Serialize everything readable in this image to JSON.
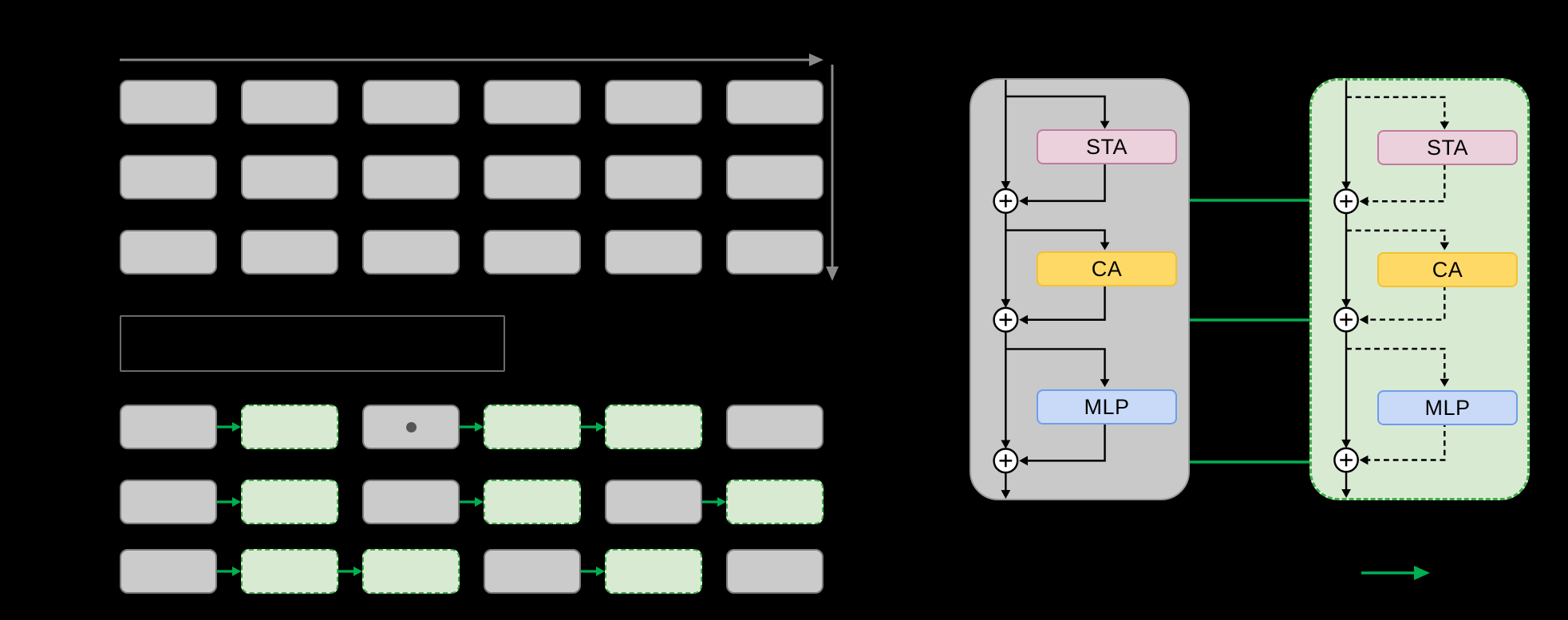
{
  "colors": {
    "background": "#000000",
    "gray_box_fill": "#cbcbcb",
    "gray_box_border": "#7d7d7d",
    "green_box_fill": "#d9ead3",
    "green_box_border": "#3fae49",
    "green_arrow": "#00b050",
    "flow_arrow_gray": "#8a8a8a",
    "legend_box_border": "#6b6b6b",
    "block_gray_fill": "#c9c9c9",
    "block_gray_border": "#9b9b9b",
    "block_green_fill": "#d9ead3",
    "block_green_border": "#3fae49",
    "sta_fill": "#ead1dc",
    "sta_border": "#c27ba0",
    "ca_fill": "#ffd966",
    "ca_border": "#f1c232",
    "mlp_fill": "#c9daf8",
    "mlp_border": "#6d9eeb",
    "dot_gray": "#565656"
  },
  "top_grid": {
    "rows": [
      [
        {
          "type": "gray"
        },
        {
          "type": "gray"
        },
        {
          "type": "gray"
        },
        {
          "type": "gray"
        },
        {
          "type": "gray"
        },
        {
          "type": "gray"
        }
      ],
      [
        {
          "type": "gray"
        },
        {
          "type": "gray"
        },
        {
          "type": "gray"
        },
        {
          "type": "gray"
        },
        {
          "type": "gray"
        },
        {
          "type": "gray"
        }
      ],
      [
        {
          "type": "gray"
        },
        {
          "type": "gray"
        },
        {
          "type": "gray"
        },
        {
          "type": "gray"
        },
        {
          "type": "gray"
        },
        {
          "type": "gray"
        }
      ]
    ]
  },
  "bottom_grid": {
    "rows": [
      [
        {
          "type": "gray"
        },
        {
          "type": "green",
          "arrow": true
        },
        {
          "type": "gray-dot"
        },
        {
          "type": "green",
          "arrow": true
        },
        {
          "type": "green",
          "arrow": true
        },
        {
          "type": "gray"
        }
      ],
      [
        {
          "type": "gray"
        },
        {
          "type": "green",
          "arrow": true
        },
        {
          "type": "gray"
        },
        {
          "type": "green",
          "arrow": true
        },
        {
          "type": "gray"
        },
        {
          "type": "green",
          "arrow": true
        }
      ],
      [
        {
          "type": "gray"
        },
        {
          "type": "green",
          "arrow": true
        },
        {
          "type": "green",
          "arrow": true
        },
        {
          "type": "gray"
        },
        {
          "type": "green",
          "arrow": true
        },
        {
          "type": "gray"
        }
      ]
    ]
  },
  "blocks": {
    "solid": {
      "sta": "STA",
      "ca": "CA",
      "mlp": "MLP"
    },
    "dashed": {
      "sta": "STA",
      "ca": "CA",
      "mlp": "MLP"
    }
  }
}
